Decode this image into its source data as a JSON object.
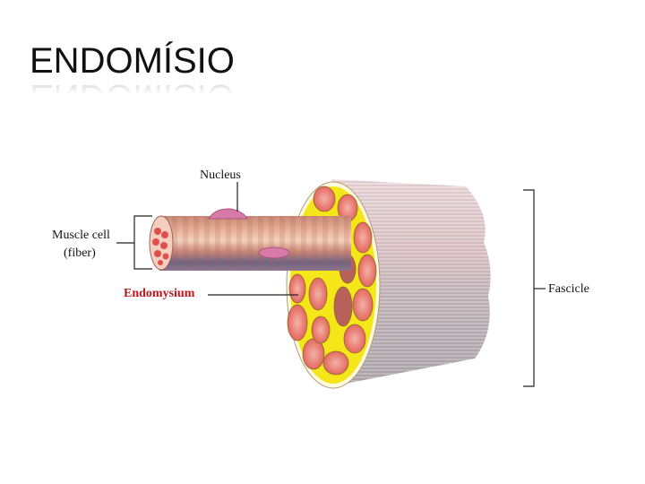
{
  "slide": {
    "title": "ENDOMÍSIO"
  },
  "diagram": {
    "labels": {
      "nucleus": "Nucleus",
      "muscle_cell_line1": "Muscle cell",
      "muscle_cell_line2": "(fiber)",
      "endomysium": "Endomysium",
      "fascicle": "Fascicle"
    },
    "colors": {
      "endomysium_label": "#c0141c",
      "connective_yellow": "#f5e61a",
      "fiber_red": "#e04a4a",
      "fiber_body": "#c98a7a",
      "nucleus_pink": "#d97aa8",
      "fascicle_gray": "#b8b0b4"
    }
  }
}
